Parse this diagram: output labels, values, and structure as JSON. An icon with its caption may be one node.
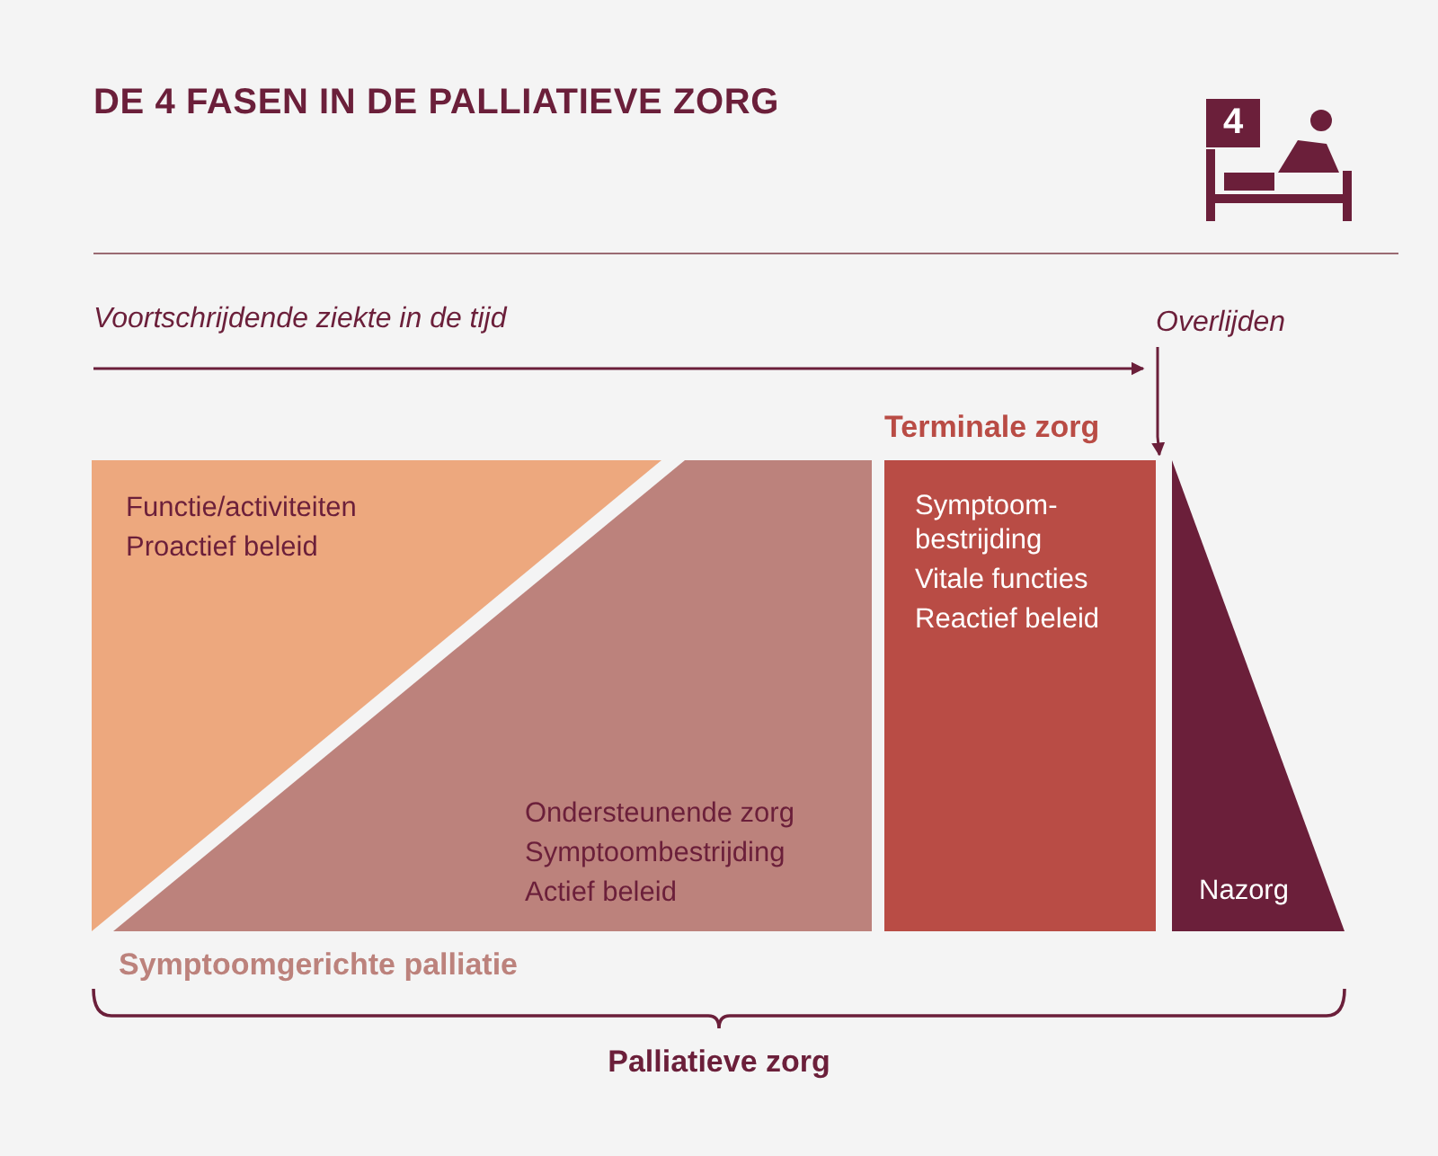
{
  "diagram": {
    "title": "DE 4 FASEN IN DE PALLIATIEVE ZORG",
    "nodes": [
      {
        "text": [
          "Functie/activiteiten",
          "Proactief beleid"
        ]
      },
      {
        "text": [
          "Ondersteunende zorg",
          "Symptoombestrijding",
          "Actief beleid"
        ]
      },
      {
        "text": [
          "Terminale zorg",
          "Symptoom- bestrijding",
          "Vitale functies",
          "Reactief beleid"
        ]
      },
      {
        "text": [
          "Nazorg"
        ]
      },
      {
        "text": [
          "Overlijden"
        ]
      }
    ],
    "edges": [
      {
        "from": 4,
        "to": 3,
        "arrow": "to"
      }
    ],
    "labels": [
      "4",
      "Voortschrijdende ziekte in de tijd",
      "Symptoomgerichte palliatie",
      "Palliatieve zorg"
    ]
  }
}
